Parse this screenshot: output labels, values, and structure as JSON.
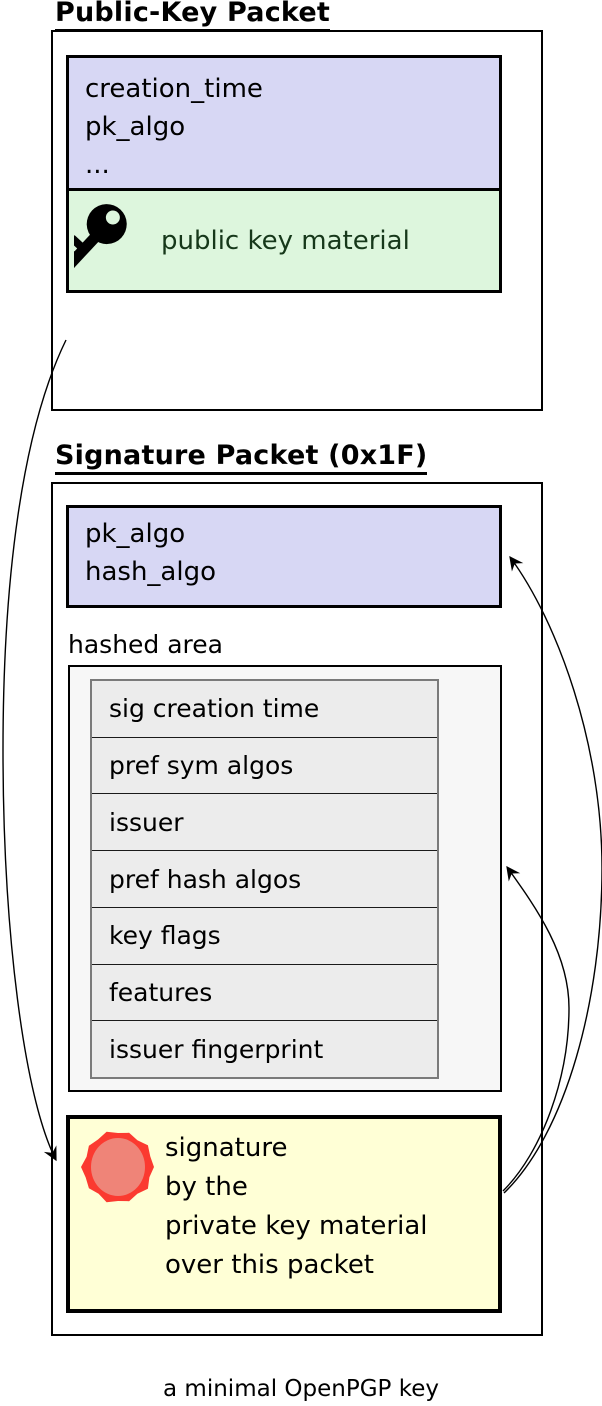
{
  "public_key_packet": {
    "title": "Public-Key Packet",
    "fields": [
      "creation_time",
      "pk_algo",
      "..."
    ],
    "key_material": {
      "label": "public key material",
      "icon": "key-icon",
      "text_color": "#16381a",
      "bg_color": "#ddf6dd"
    }
  },
  "signature_packet": {
    "title": "Signature Packet (0x1F)",
    "fields": [
      "pk_algo",
      "hash_algo"
    ],
    "hashed_area": {
      "label": "hashed area",
      "rows": [
        "sig creation time",
        "pref sym algos",
        "issuer",
        "pref hash algos",
        "key flags",
        "features",
        "issuer fingerprint"
      ]
    },
    "signature": {
      "lines": [
        "signature",
        "by the",
        "private key material",
        "over this packet"
      ],
      "icon": "seal-icon",
      "bg_color": "#ffffd6",
      "seal_ring_color": "#fb3a30",
      "seal_fill_color": "#ef8478"
    }
  },
  "arrows": [
    {
      "name": "pubkey-to-signature-seal",
      "from": "public-key packet",
      "to": "signature seal"
    },
    {
      "name": "signature-to-algo-fields",
      "from": "signature box",
      "to": "pk_algo / hash_algo box"
    },
    {
      "name": "signature-to-hashed-area",
      "from": "signature box",
      "to": "hashed area box"
    }
  ],
  "colors": {
    "field_bg": "#d7d7f4",
    "hashed_outer_bg": "#f7f7f7",
    "hashed_row_bg": "#ececec",
    "border": "#000000"
  },
  "caption": "a minimal OpenPGP key"
}
